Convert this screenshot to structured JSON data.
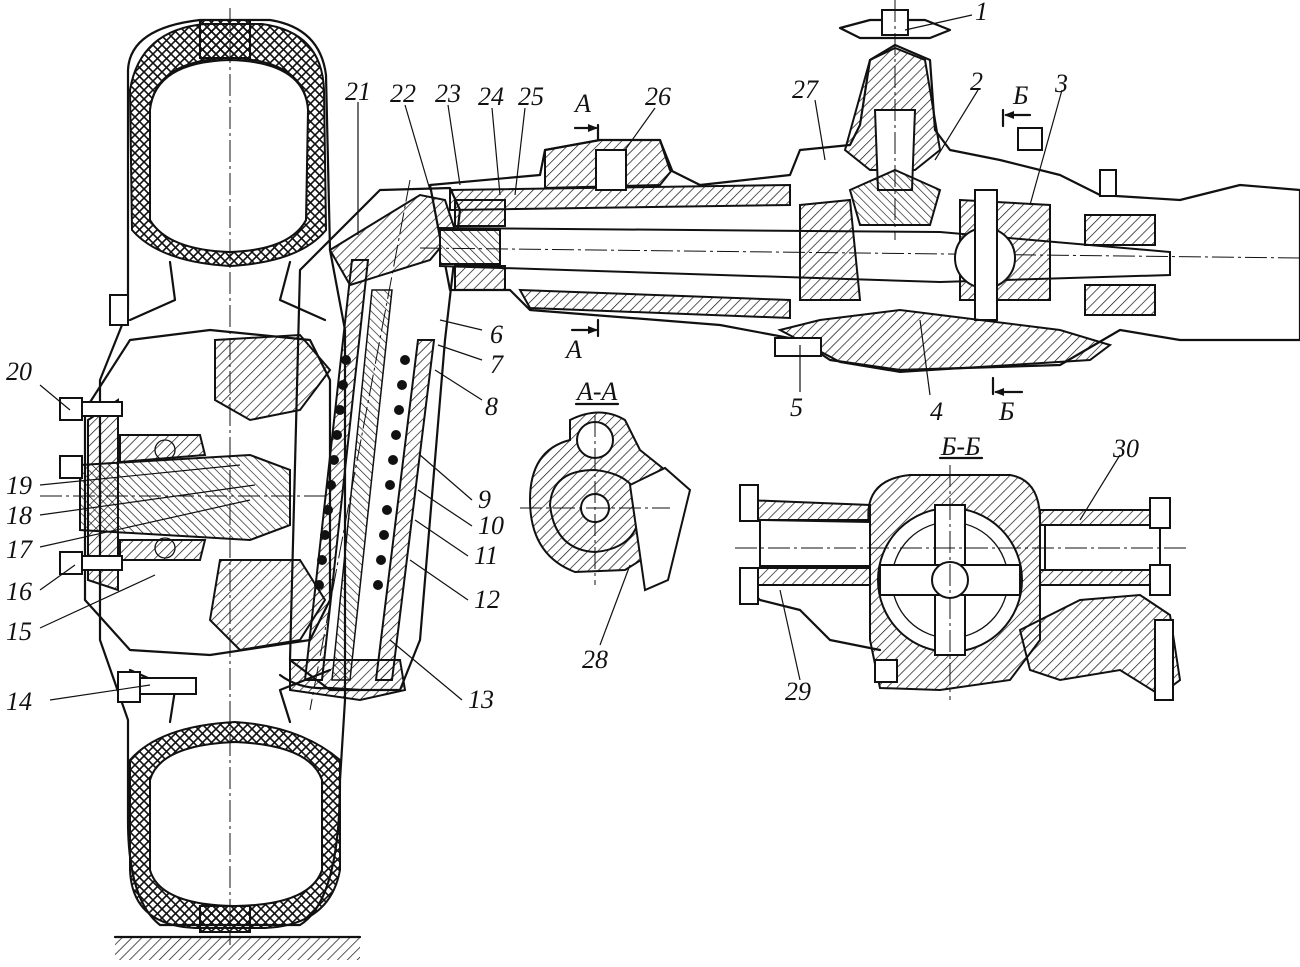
{
  "callouts": {
    "c1": "1",
    "c2": "2",
    "c3": "3",
    "c4": "4",
    "c5": "5",
    "c6": "6",
    "c7": "7",
    "c8": "8",
    "c9": "9",
    "c10": "10",
    "c11": "11",
    "c12": "12",
    "c13": "13",
    "c14": "14",
    "c15": "15",
    "c16": "16",
    "c17": "17",
    "c18": "18",
    "c19": "19",
    "c20": "20",
    "c21": "21",
    "c22": "22",
    "c23": "23",
    "c24": "24",
    "c25": "25",
    "c26": "26",
    "c27": "27",
    "c28": "28",
    "c29": "29",
    "c30": "30"
  },
  "sections": {
    "aa_title": "А-А",
    "bb_title": "Б-Б",
    "a_top": "А",
    "a_bottom": "А",
    "b_top": "Б",
    "b_bottom": "Б"
  }
}
